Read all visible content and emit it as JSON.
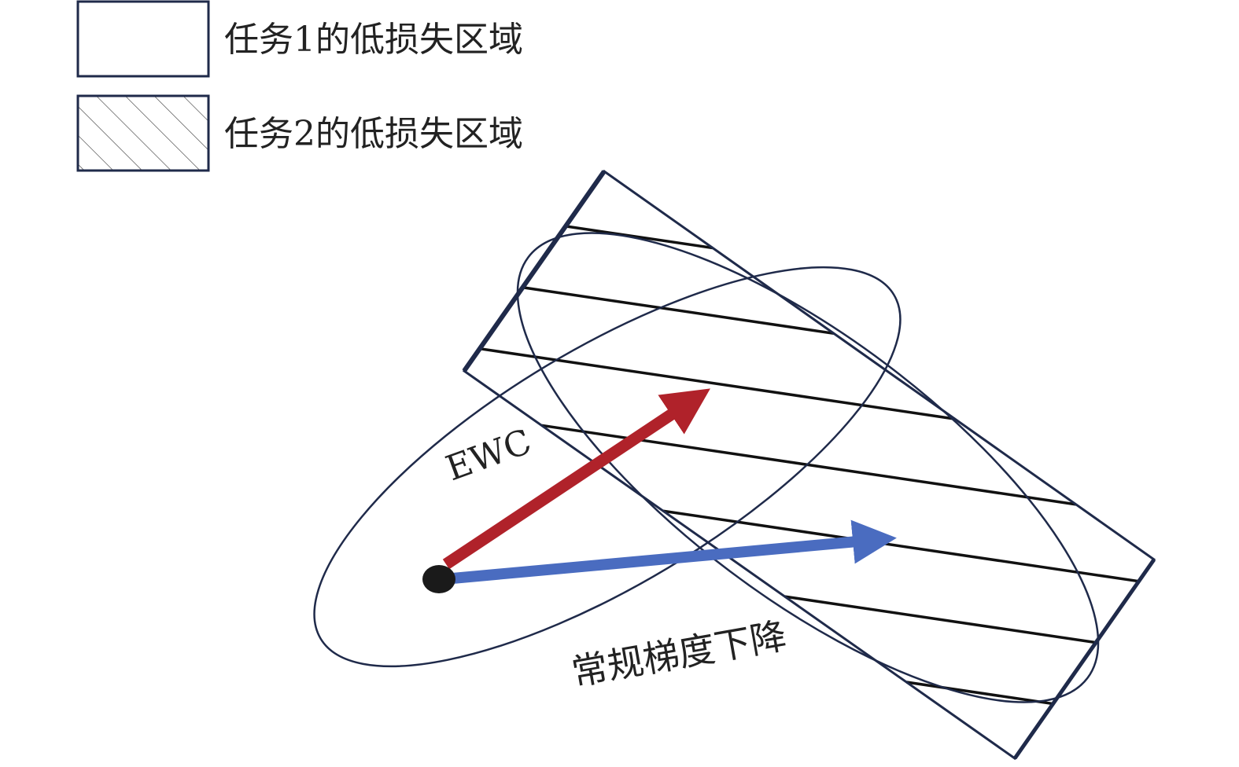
{
  "legend": {
    "items": [
      {
        "label": "任务1的低损失区域",
        "pattern": "empty"
      },
      {
        "label": "任务2的低损失区域",
        "pattern": "hatched"
      }
    ]
  },
  "labels": {
    "ewc": "EWC",
    "sgd": "常规梯度下降"
  },
  "colors": {
    "outline": "#1f2a4a",
    "ewc_arrow": "#b0222a",
    "sgd_arrow": "#4a6cc0",
    "hatch": "#111111",
    "dot": "#1a1a1a"
  }
}
